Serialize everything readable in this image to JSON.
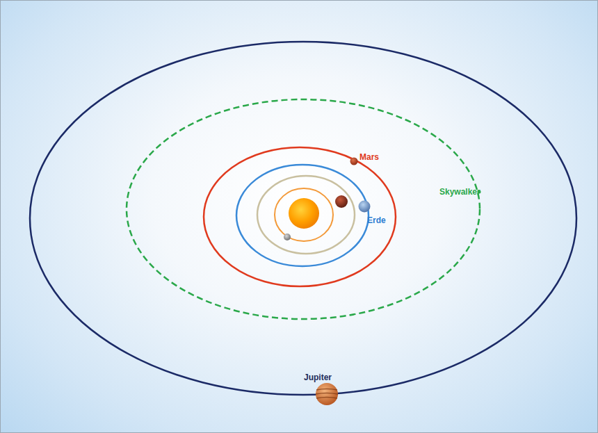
{
  "diagram": {
    "labels": [
      "Mars",
      "Skywalker",
      "Erde",
      "Jupiter"
    ]
  }
}
